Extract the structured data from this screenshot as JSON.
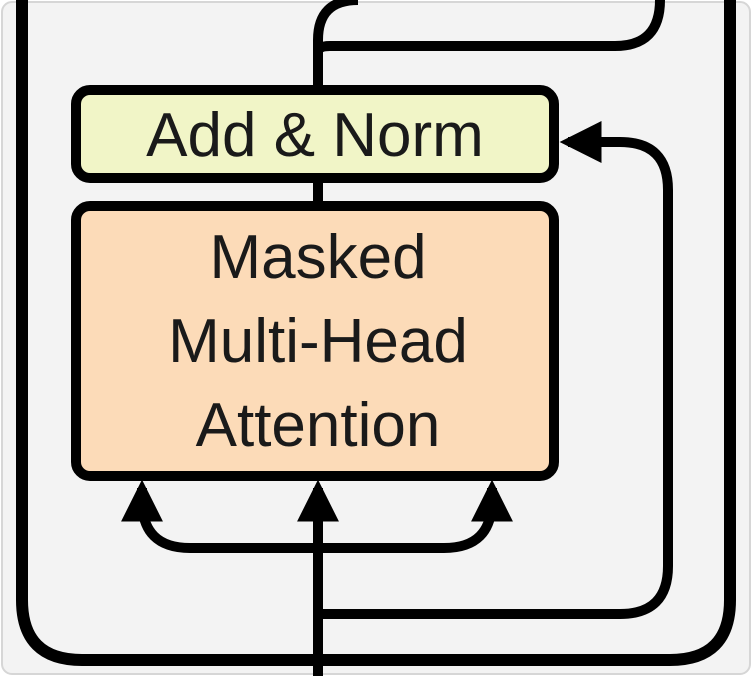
{
  "blocks": {
    "add_norm": {
      "label": "Add & Norm",
      "fill": "#f1f5c7"
    },
    "masked_attention": {
      "lines": [
        "Masked",
        "Multi-Head",
        "Attention"
      ],
      "fill": "#fcdbb8"
    }
  },
  "colors": {
    "stroke": "#000000",
    "panel": "#f3f3f3",
    "panel_border": "#d6d6d6"
  }
}
